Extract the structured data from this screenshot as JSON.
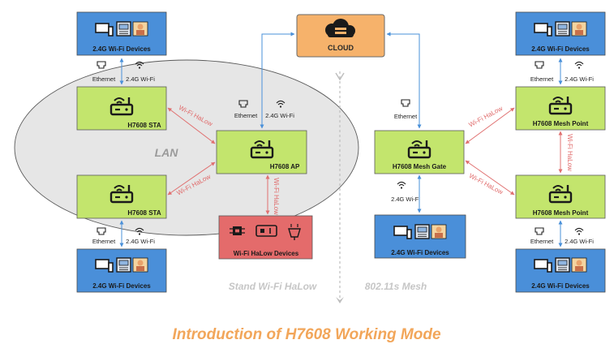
{
  "title": "Introduction of H7608 Working Mode",
  "cloud": "CLOUD",
  "lan": "LAN",
  "left_mode": "Stand Wi-Fi HaLow",
  "right_mode": "802.11s Mesh",
  "links": {
    "ethernet": "Ethernet",
    "wifi24": "2.4G Wi-Fi",
    "halow": "Wi-Fi HaLow"
  },
  "devices": {
    "wifi_devices": "2.4G Wi-Fi Devices",
    "halow_devices": "Wi-Fi HaLow Devices"
  },
  "nodes": {
    "sta": "H7608 STA",
    "ap": "H7608 AP",
    "mesh_gate": "H7608 Mesh Gate",
    "mesh_point": "H7608 Mesh Point"
  },
  "colors": {
    "router_box": "#c3e56d",
    "device_box": "#4a8fd9",
    "halow_box": "#e46b6b",
    "cloud_box": "#f6b26b",
    "halow_line": "#e07070",
    "blue_line": "#4a90d9",
    "title": "#f2a65a"
  }
}
